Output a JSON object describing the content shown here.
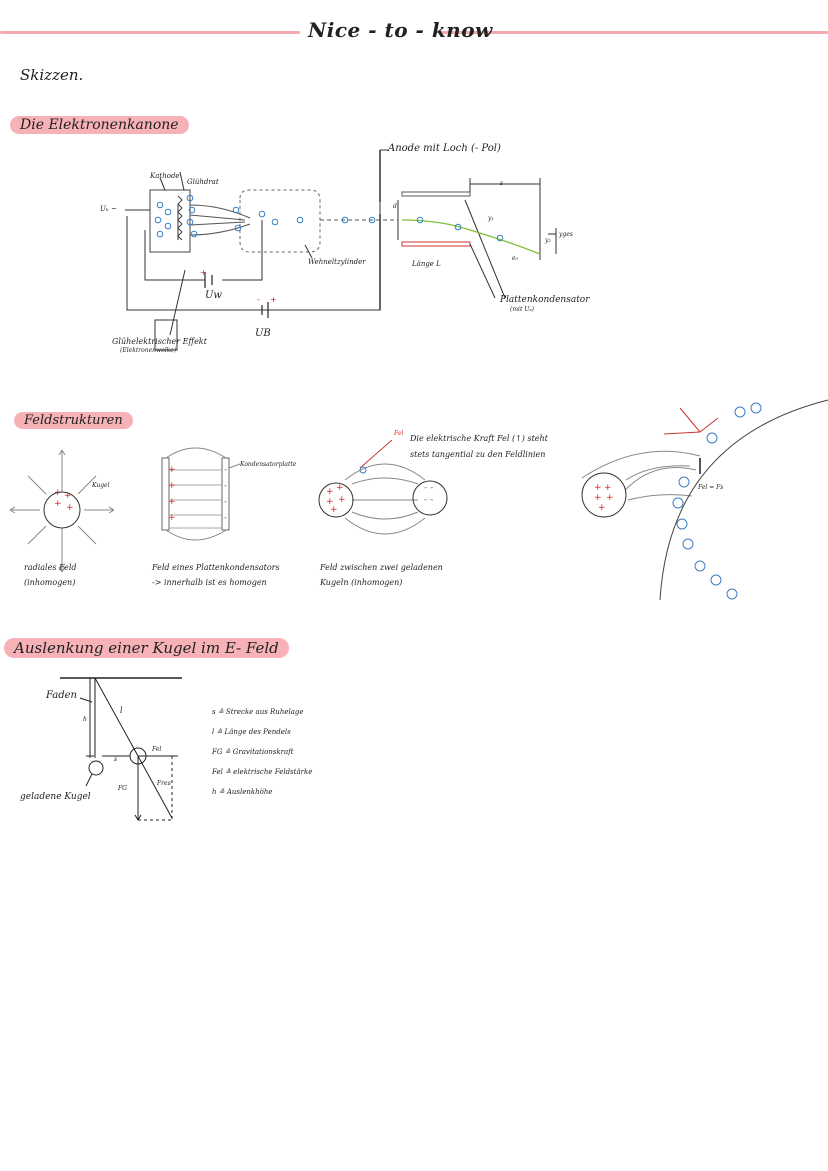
{
  "header": {
    "title": "Nice - to - know"
  },
  "intro": "Skizzen.",
  "sections": {
    "elektronenkanone": "Die Elektronenkanone",
    "feldstrukturen": "Feldstrukturen",
    "auslenkung": "Auslenkung einer Kugel im E- Feld"
  },
  "kanone": {
    "kathode": "Kathode",
    "gluehdraht": "Glühdrat",
    "uh": "Uₕ ~",
    "anode": "Anode mit Loch (- Pol)",
    "wehnelt": "Wehneltzylinder",
    "laenge": "Länge L",
    "uw": "Uw",
    "ub": "UB",
    "effekt": "Glühelektrischer Effekt",
    "effekt_sub": "(Elektronenwolke)",
    "platten": "Plattenkondensator",
    "platten_sub": "(mit Uₐ)",
    "d": "d",
    "s": "s",
    "y1": "y₁",
    "y2": "y₂",
    "yges": "yges",
    "e0": "e₀"
  },
  "felder": {
    "kugel": "Kugel",
    "kondensatorplatte": "Kondensatorplatte",
    "radial": "radiales Feld",
    "radial_sub": "(inhomogen)",
    "platten": "Feld eines Plattenkondensators",
    "platten_sub": "-> innerhalb ist es homogen",
    "kugeln": "Feld zwischen zwei geladenen",
    "kugeln_sub": "Kugeln (inhomogen)",
    "kraft": "Die elektrische Kraft Fel (↑) steht",
    "kraft_sub": "stets tangential zu den Feldlinien",
    "fel": "Fel",
    "fel_fs": "Fel = Fs"
  },
  "pendel": {
    "faden": "Faden",
    "h": "h",
    "l": "l",
    "s": "s",
    "fel": "Fel",
    "fres": "Fres",
    "fg": "FG",
    "kugel": "geladene Kugel",
    "legend": [
      "s ≙ Strecke aus Ruhelage",
      "l ≙ Länge des Pendels",
      "FG ≙ Gravitationskraft",
      "Fel ≙ elektrische Feldstärke",
      "h ≙ Auslenkhöhe"
    ]
  },
  "colors": {
    "highlight": "#f6b2b6",
    "plus": "#d22",
    "electron": "#3b7fc4",
    "path": "#7cbf3a"
  }
}
